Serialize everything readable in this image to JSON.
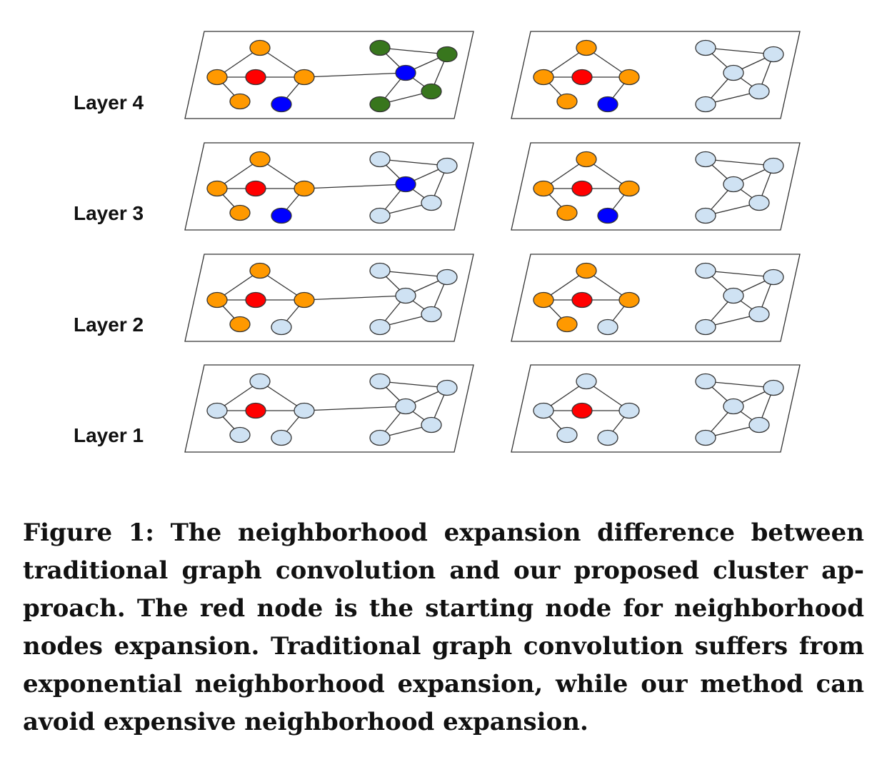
{
  "layers": [
    {
      "label": "Layer 4",
      "left_colors": [
        "orange",
        "orange",
        "orange",
        "orange",
        "red",
        "blue",
        "green",
        "green",
        "blue",
        "green",
        "green"
      ]
    },
    {
      "label": "Layer 3",
      "left_colors": [
        "orange",
        "orange",
        "orange",
        "orange",
        "red",
        "blue",
        "light",
        "light",
        "blue",
        "light",
        "light"
      ]
    },
    {
      "label": "Layer 2",
      "left_colors": [
        "orange",
        "orange",
        "orange",
        "orange",
        "red",
        "light",
        "light",
        "light",
        "light",
        "light",
        "light"
      ]
    },
    {
      "label": "Layer 1",
      "left_colors": [
        "light",
        "light",
        "light",
        "light",
        "red",
        "light",
        "light",
        "light",
        "light",
        "light",
        "light"
      ]
    }
  ],
  "right_colors": [
    [
      "orange",
      "orange",
      "orange",
      "orange",
      "red",
      "blue",
      "light",
      "light",
      "light",
      "light",
      "light"
    ],
    [
      "orange",
      "orange",
      "orange",
      "orange",
      "red",
      "blue",
      "light",
      "light",
      "light",
      "light",
      "light"
    ],
    [
      "orange",
      "orange",
      "orange",
      "orange",
      "red",
      "light",
      "light",
      "light",
      "light",
      "light",
      "light"
    ],
    [
      "light",
      "light",
      "light",
      "light",
      "red",
      "light",
      "light",
      "light",
      "light",
      "light",
      "light"
    ]
  ],
  "colors": {
    "orange": "#ff9900",
    "red": "#ff0000",
    "blue": "#0000ff",
    "green": "#38761d",
    "light": "#cfe2f3",
    "stroke": "#333333"
  },
  "caption": "Figure 1: The neighborhood expansion difference between traditional graph convolution and our proposed cluster ap­proach. The red node is the starting node for neighbor­hood nodes expansion. Traditional graph convolution suf­fers from exponential neighborhood expansion, while our method can avoid expensive neighborhood expansion."
}
